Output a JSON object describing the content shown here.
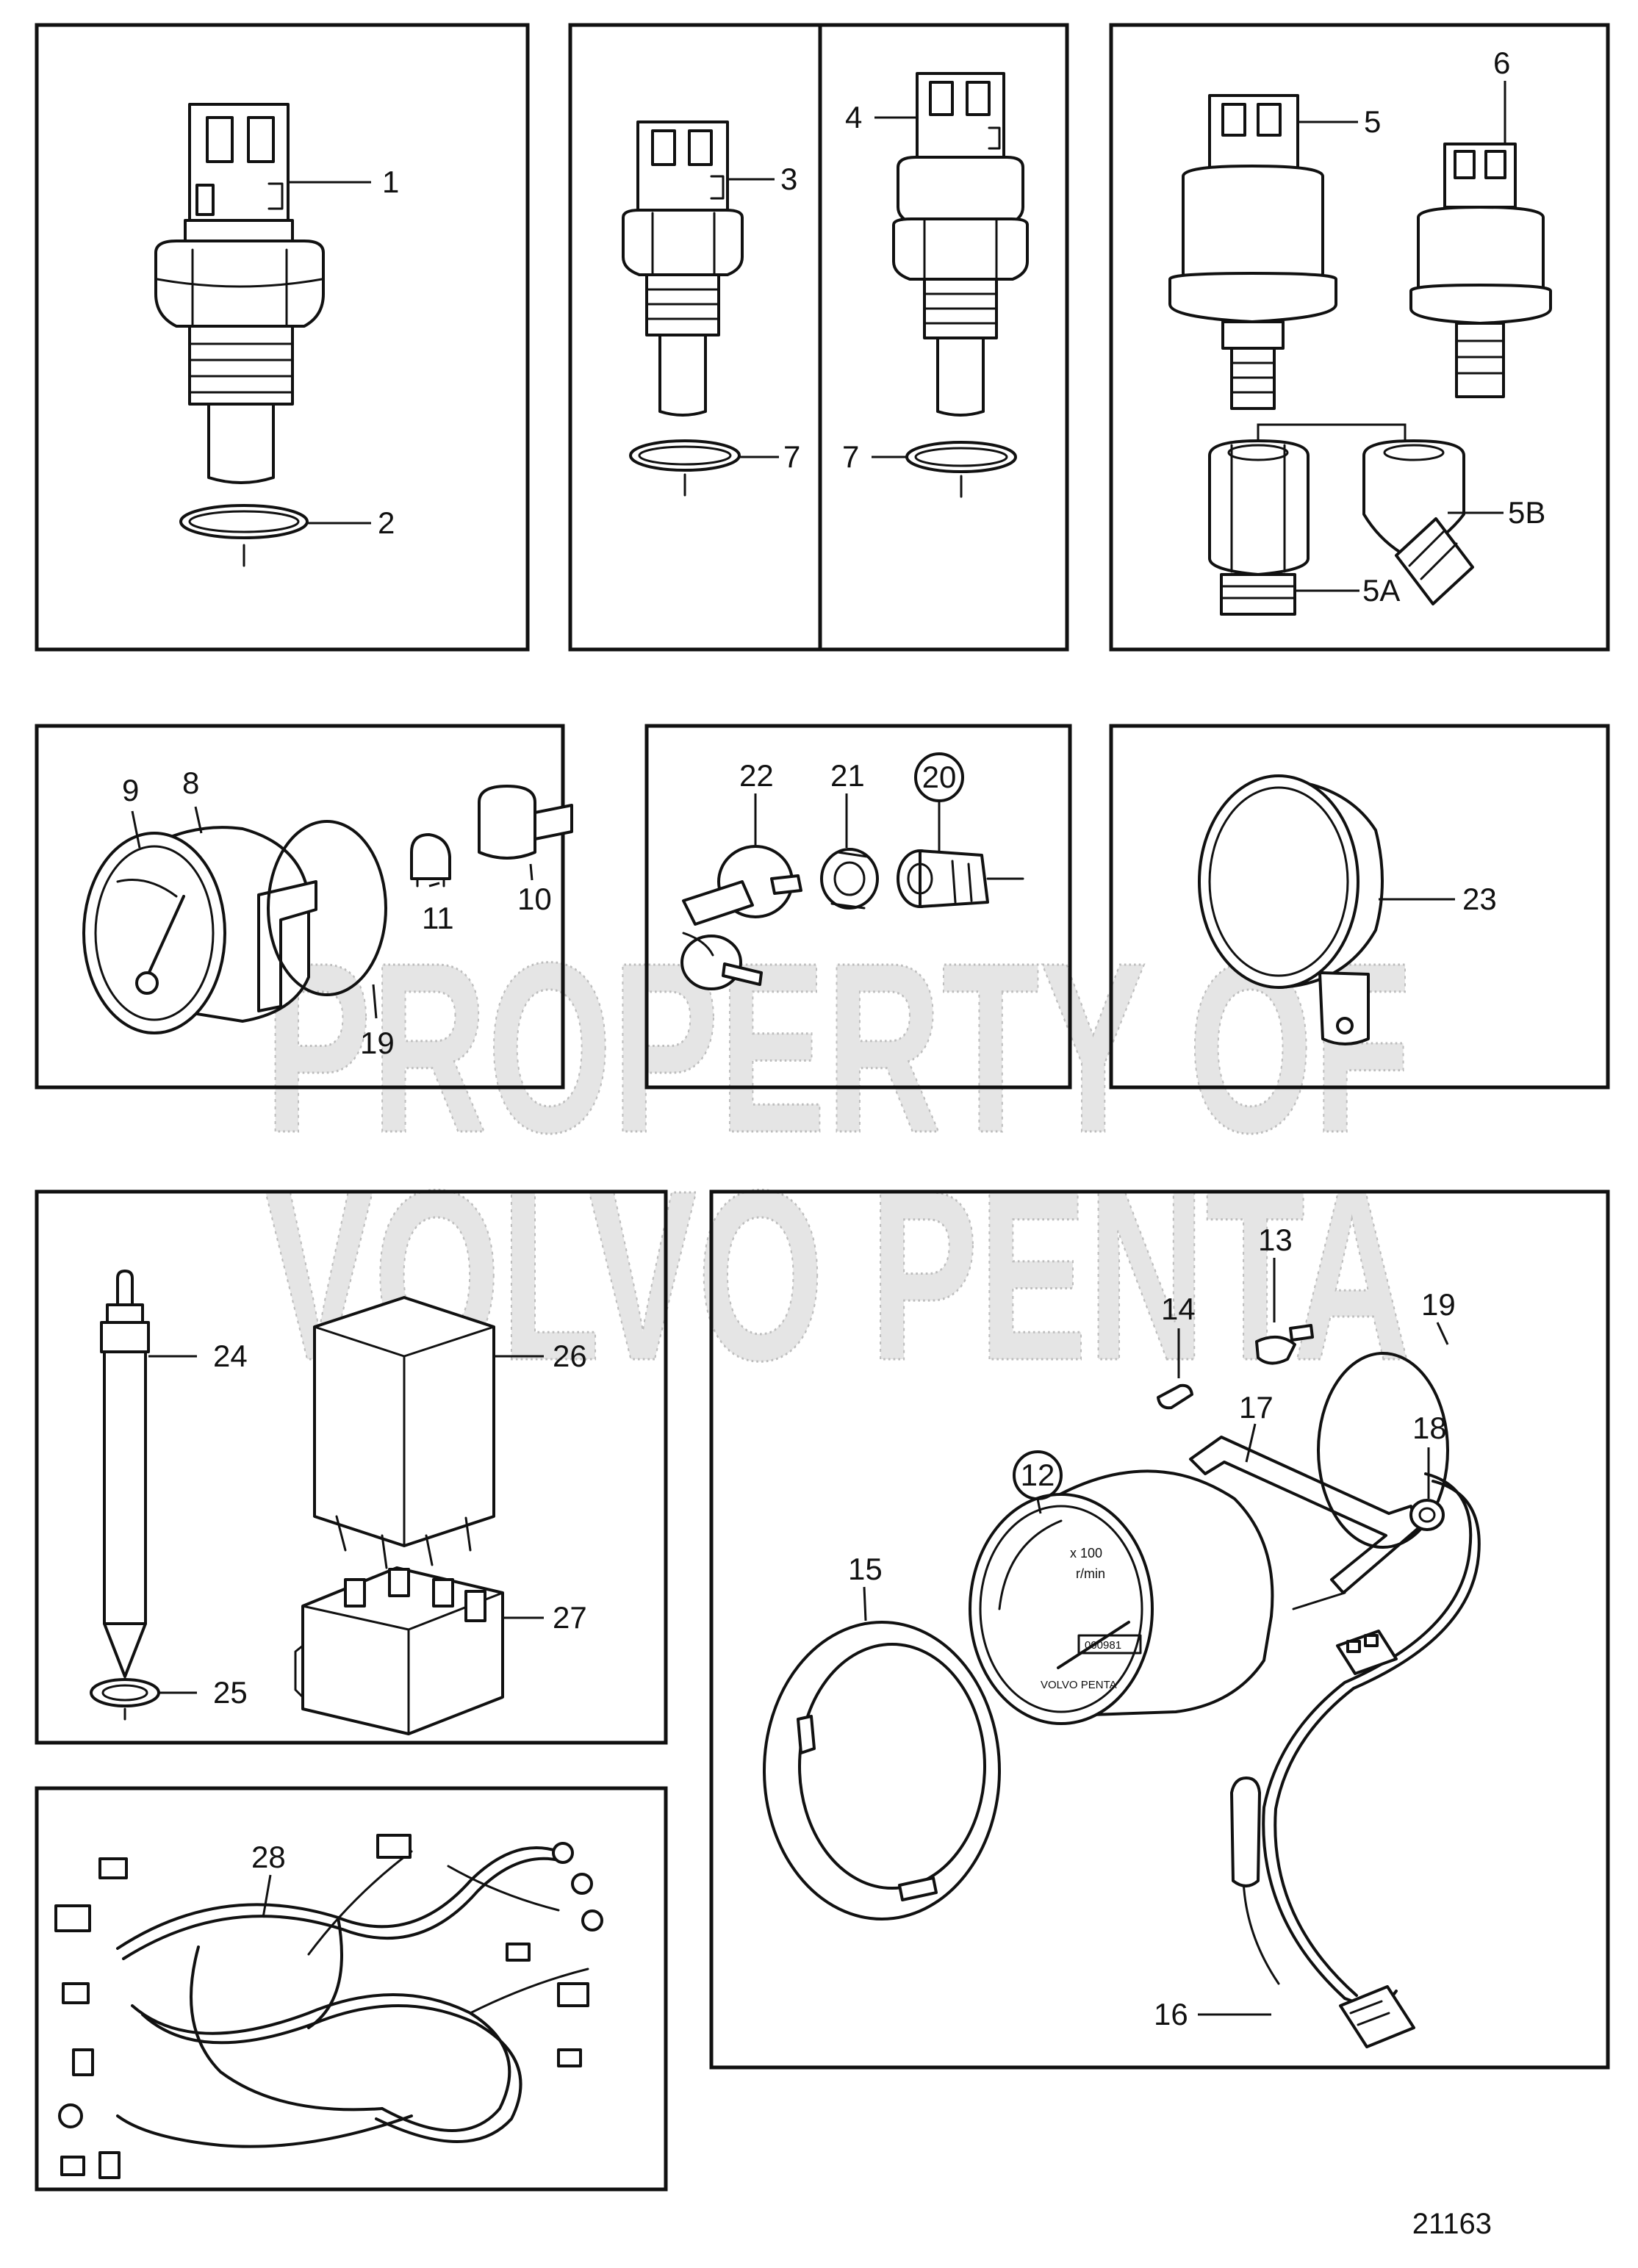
{
  "figure_number": "21163",
  "watermark": {
    "line1": "PROPERTY OF",
    "line2": "VOLVO PENTA"
  },
  "gauge_face": {
    "scale": "x 100",
    "unit": "r/min",
    "brand": "VOLVO PENTA",
    "counter": "000981"
  },
  "callouts": {
    "c1": "1",
    "c2": "2",
    "c3": "3",
    "c4": "4",
    "c5": "5",
    "c5a": "5A",
    "c5b": "5B",
    "c6": "6",
    "c7a": "7",
    "c7b": "7",
    "c8": "8",
    "c9": "9",
    "c10": "10",
    "c11": "11",
    "c12": "12",
    "c13": "13",
    "c14": "14",
    "c15": "15",
    "c16": "16",
    "c17": "17",
    "c18": "18",
    "c19a": "19",
    "c19b": "19",
    "c20": "20",
    "c21": "21",
    "c22": "22",
    "c23": "23",
    "c24": "24",
    "c25": "25",
    "c26": "26",
    "c27": "27",
    "c28": "28"
  }
}
